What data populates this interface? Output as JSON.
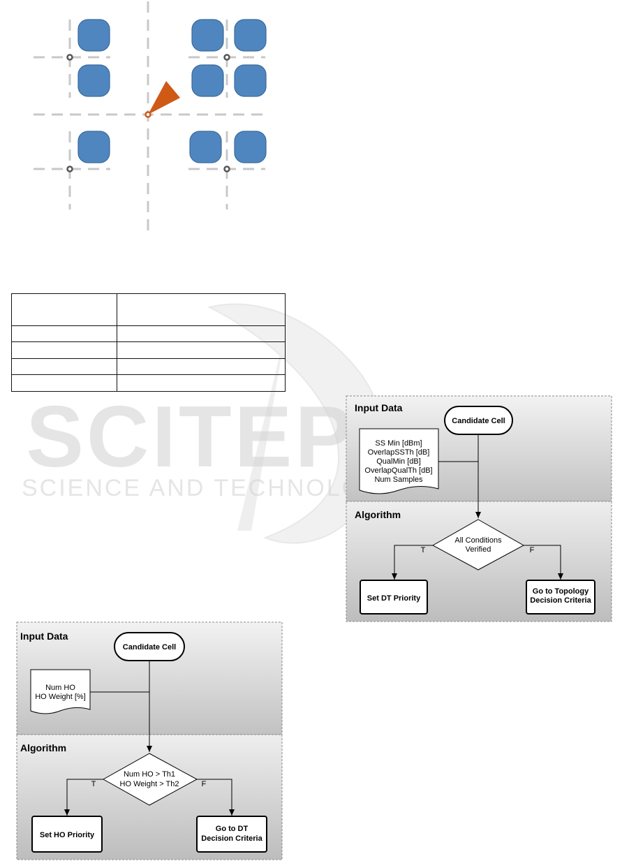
{
  "colors": {
    "cell_fill": "#4f86bf",
    "cell_stroke": "#3b6a9b",
    "grid_dash": "#c8c8c8",
    "antenna": "#cf5a16",
    "panel_gradient_top": "#e9e9e9",
    "panel_gradient_bottom": "#bdbdbd"
  },
  "icons": [
    "antenna-sector-icon",
    "grid-node-icon",
    "cell-block-icon",
    "document-icon",
    "terminator-shape",
    "decision-diamond-shape"
  ],
  "table": {
    "rows": [
      [
        "",
        ""
      ],
      [
        "",
        ""
      ],
      [
        "",
        ""
      ],
      [
        "",
        ""
      ],
      [
        "",
        ""
      ]
    ]
  },
  "watermark": {
    "title": "SCITEPRESS",
    "subtitle": "SCIENCE AND TECHNOLOGY PUBLICATIONS"
  },
  "flowchart_dt": {
    "input_section": "Input Data",
    "algorithm_section": "Algorithm",
    "start": "Candidate Cell",
    "inputs": [
      "SS Min [dBm]",
      "OverlapSSTh [dB]",
      "QualMin [dB]",
      "OverlapQualTh [dB]",
      "Num Samples"
    ],
    "decision": [
      "All Conditions",
      "Verified"
    ],
    "true_label": "T",
    "false_label": "F",
    "true_action": "Set DT Priority",
    "false_action": [
      "Go to Topology",
      "Decision Criteria"
    ]
  },
  "flowchart_ho": {
    "input_section": "Input Data",
    "algorithm_section": "Algorithm",
    "start": "Candidate Cell",
    "inputs": [
      "Num HO",
      "HO Weight [%]"
    ],
    "decision": [
      "Num HO > Th1",
      "HO Weight > Th2"
    ],
    "true_label": "T",
    "false_label": "F",
    "true_action": "Set HO Priority",
    "false_action": [
      "Go to DT",
      "Decision Criteria"
    ]
  }
}
